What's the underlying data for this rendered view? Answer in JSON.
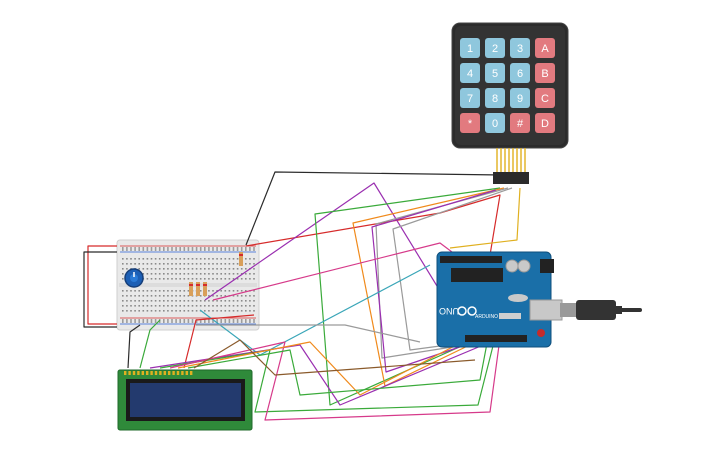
{
  "keypad": {
    "keys": [
      {
        "label": "1",
        "kind": "digit"
      },
      {
        "label": "2",
        "kind": "digit"
      },
      {
        "label": "3",
        "kind": "digit"
      },
      {
        "label": "A",
        "kind": "letter"
      },
      {
        "label": "4",
        "kind": "digit"
      },
      {
        "label": "5",
        "kind": "digit"
      },
      {
        "label": "6",
        "kind": "digit"
      },
      {
        "label": "B",
        "kind": "letter"
      },
      {
        "label": "7",
        "kind": "digit"
      },
      {
        "label": "8",
        "kind": "digit"
      },
      {
        "label": "9",
        "kind": "digit"
      },
      {
        "label": "C",
        "kind": "letter"
      },
      {
        "label": "*",
        "kind": "letter"
      },
      {
        "label": "0",
        "kind": "digit"
      },
      {
        "label": "#",
        "kind": "letter"
      },
      {
        "label": "D",
        "kind": "letter"
      }
    ]
  },
  "arduino": {
    "brand_text": "UNO",
    "model_text": "ARDUINO"
  },
  "colors": {
    "keypad_body": "#2b2b2b",
    "key_digit": "#8fc7dd",
    "key_letter": "#e27a7f",
    "board": "#1a6fa8",
    "lcd_pcb": "#2f8a3a",
    "lcd_screen": "#233a6e",
    "breadboard": "#e9e9e9",
    "wire_red": "#d62b2b",
    "wire_black": "#2b2b2b",
    "wire_purple": "#9a2fb0",
    "wire_green": "#3aaa3a",
    "wire_orange": "#f08a1c",
    "wire_gray": "#9a9a9a",
    "wire_magenta": "#d63a8a",
    "wire_teal": "#3aa6b8",
    "wire_yellow": "#e0b020",
    "wire_brown": "#8a5a2b"
  }
}
